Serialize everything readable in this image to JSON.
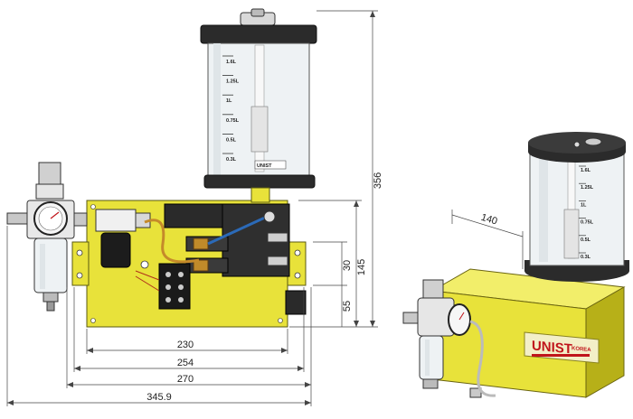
{
  "drawing": {
    "dimensions": {
      "height_total": "356",
      "height_body": "145",
      "offset_upper": "30",
      "offset_lower": "55",
      "width_230": "230",
      "width_254": "254",
      "width_270": "270",
      "width_total": "345.9",
      "depth": "140"
    },
    "reservoir_scale": [
      "1.6L",
      "1.25L",
      "1L",
      "0.75L",
      "0.5L",
      "0.3L"
    ],
    "reservoir_badge": "UNIST",
    "brand": {
      "name": "UNIST",
      "suffix": "KOREA"
    },
    "colors": {
      "housing": "#e8e23a",
      "housing_dark": "#a9a214",
      "reservoir_cap": "#2b2b2b",
      "brand_red": "#c0151b"
    }
  }
}
